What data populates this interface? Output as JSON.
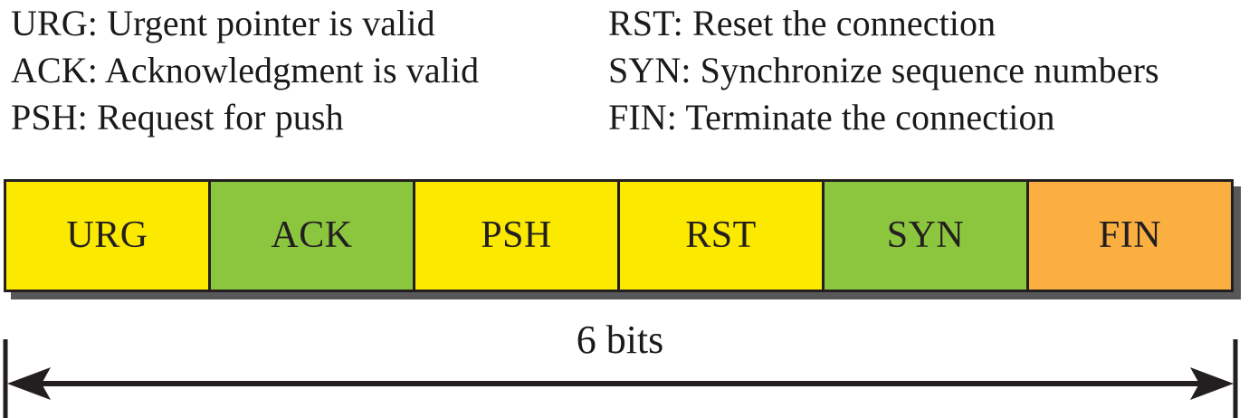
{
  "legend": {
    "left_column": [
      {
        "abbr": "URG:",
        "desc": "Urgent pointer is valid"
      },
      {
        "abbr": "ACK:",
        "desc": "Acknowledgment is valid"
      },
      {
        "abbr": "PSH:",
        "desc": "Request for push"
      }
    ],
    "right_column": [
      {
        "abbr": "RST:",
        "desc": "Reset the connection"
      },
      {
        "abbr": "SYN:",
        "desc": "Synchronize sequence numbers"
      },
      {
        "abbr": "FIN:",
        "desc": "Terminate the connection"
      }
    ]
  },
  "flags_bar": {
    "cells": [
      {
        "label": "URG",
        "color": "#fbe900"
      },
      {
        "label": "ACK",
        "color": "#8cc63e"
      },
      {
        "label": "PSH",
        "color": "#fbe900"
      },
      {
        "label": "RST",
        "color": "#fbe900"
      },
      {
        "label": "SYN",
        "color": "#8cc63e"
      },
      {
        "label": "FIN",
        "color": "#faaf40"
      }
    ],
    "border_color": "#231f20",
    "shadow_color": "#58585b"
  },
  "dimension": {
    "label": "6 bits",
    "line_color": "#231f20"
  }
}
